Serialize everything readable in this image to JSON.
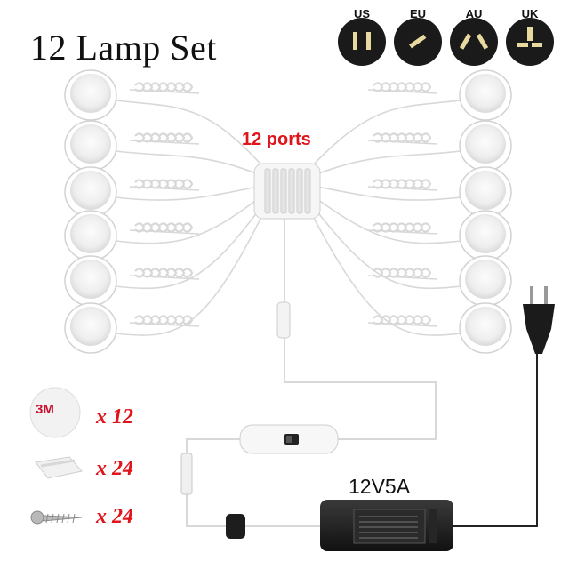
{
  "title": "12 Lamp Set",
  "splitter_label": "12 ports",
  "adapter_label": "12V5A",
  "plugs": [
    "US",
    "EU",
    "AU",
    "UK"
  ],
  "accessories": [
    {
      "name": "3M adhesive pad",
      "logo": "3M",
      "quantity": "x 12"
    },
    {
      "name": "cable clip",
      "quantity": "x 24"
    },
    {
      "name": "screw",
      "quantity": "x 24"
    }
  ],
  "lamp_count": 12,
  "colors": {
    "accent": "#e0141b",
    "cable": "#d8d8d8",
    "adapter": "#1a1a1a"
  }
}
